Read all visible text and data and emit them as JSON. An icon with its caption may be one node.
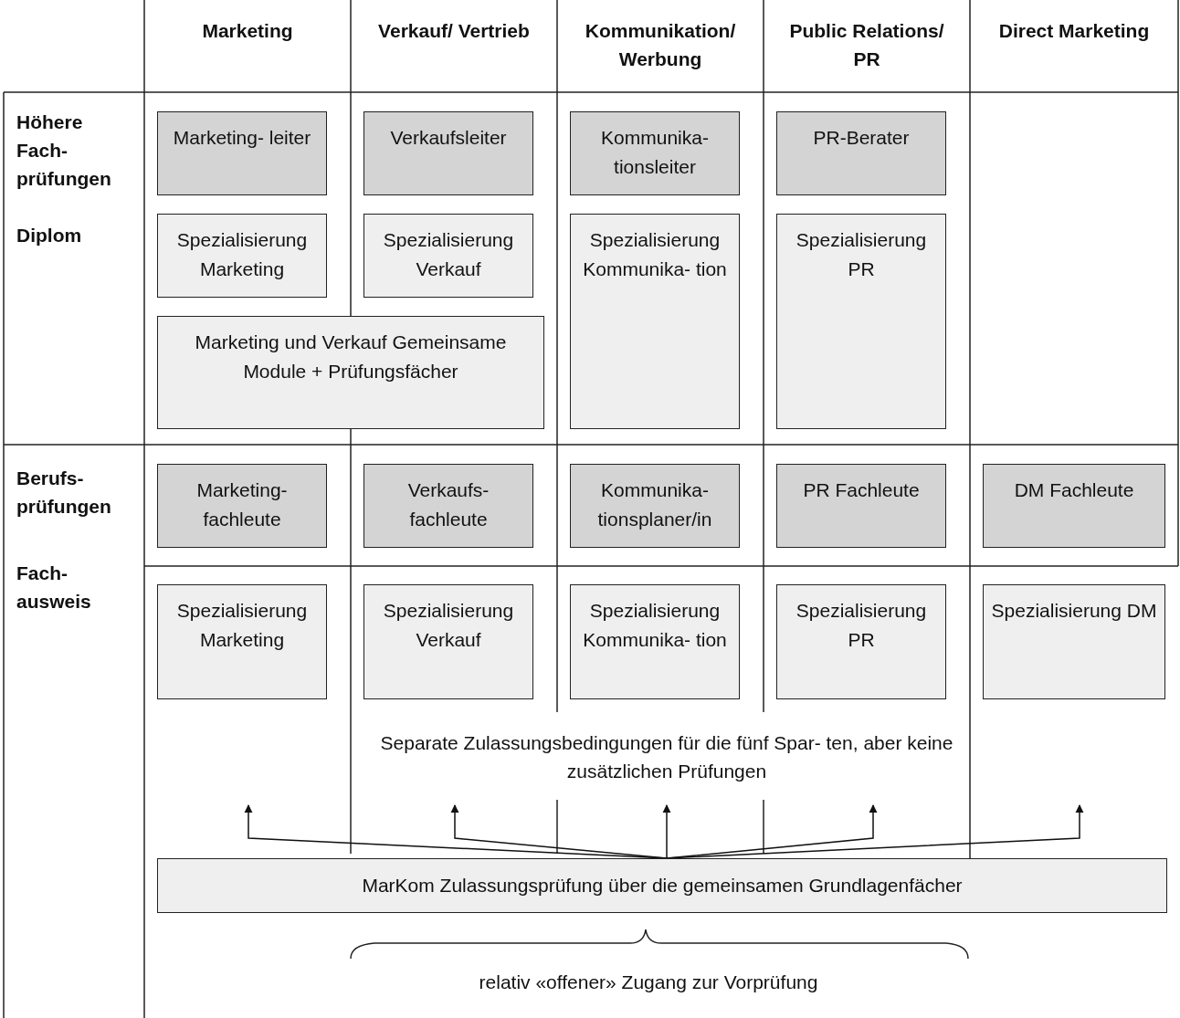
{
  "diagram": {
    "nodes": [
      {
        "text": [
          "Marketing- leiter"
        ]
      },
      {
        "text": [
          "Verkaufsleiter"
        ]
      },
      {
        "text": [
          "Kommunika- tionsleiter"
        ]
      },
      {
        "text": [
          "PR-Berater"
        ]
      },
      {
        "text": [
          "Spezialisierung Marketing"
        ]
      },
      {
        "text": [
          "Spezialisierung Verkauf"
        ]
      },
      {
        "text": [
          "Spezialisierung Kommunika- tion"
        ]
      },
      {
        "text": [
          "Spezialisierung PR"
        ]
      },
      {
        "text": [
          "Marketing und Verkauf Gemeinsame Module + Prüfungsfächer"
        ]
      },
      {
        "text": [
          "Marketing- fachleute"
        ]
      },
      {
        "text": [
          "Verkaufs- fachleute"
        ]
      },
      {
        "text": [
          "Kommunika- tionsplaner/in"
        ]
      },
      {
        "text": [
          "PR Fachleute"
        ]
      },
      {
        "text": [
          "DM Fachleute"
        ]
      },
      {
        "text": [
          "Spezialisierung Marketing"
        ]
      },
      {
        "text": [
          "Spezialisierung Verkauf"
        ]
      },
      {
        "text": [
          "Spezialisierung Kommunika- tion"
        ]
      },
      {
        "text": [
          "Spezialisierung PR"
        ]
      },
      {
        "text": [
          "Spezialisierung DM"
        ]
      },
      {
        "text": [
          "MarKom Zulassungsprüfung über die gemeinsamen Grundlagenfächer"
        ]
      }
    ],
    "edges": [
      {
        "from": 19,
        "to": null,
        "arrow": "to"
      },
      {
        "from": 19,
        "to": null,
        "arrow": "to"
      },
      {
        "from": 19,
        "to": null,
        "arrow": "to"
      },
      {
        "from": 19,
        "to": null,
        "arrow": "to"
      },
      {
        "from": 19,
        "to": null,
        "arrow": "to"
      }
    ],
    "labels": [
      "Marketing",
      "Verkauf/ Vertrieb",
      "Kommunikation/ Werbung",
      "Public Relations/ PR",
      "Direct Marketing",
      "Höhere Fach- prüfungen",
      "Diplom",
      "Berufs- prüfungen",
      "Fach- ausweis",
      "Separate Zulassungsbedingungen für die fünf Spar- ten, aber keine zusätzlichen Prüfungen",
      "relativ «offener» Zugang zur Vorprüfung"
    ]
  }
}
